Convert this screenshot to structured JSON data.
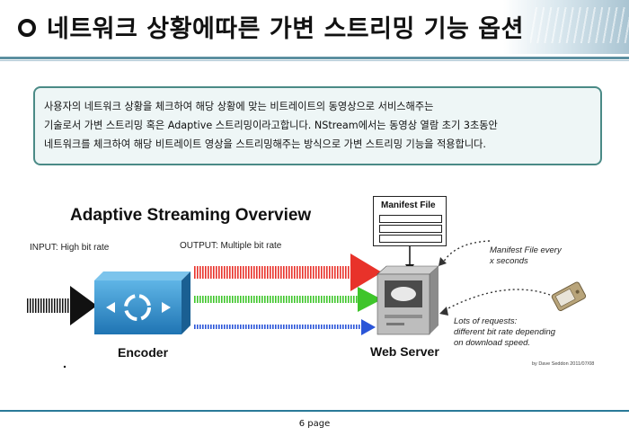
{
  "slide": {
    "title": "네트워크 상황에따른 가변 스트리밍 기능 옵션",
    "description": [
      "사용자의 네트워크 상황을 체크하여 해당 상황에 맞는 비트레이트의 동영상으로 서비스해주는",
      "기술로서 가변 스트리밍 혹은 Adaptive 스트리밍이라고합니다.  NStream에서는  동영상 열람 초기 3초동안",
      "네트워크를 체크하여 해당 비트레이트 영상을 스트리밍해주는 방식으로 가변 스트리밍 기능을 적용합니다."
    ],
    "page_label": "6 page"
  },
  "diagram": {
    "title": "Adaptive Streaming Overview",
    "input_label": "INPUT: High bit rate",
    "output_label": "OUTPUT: Multiple bit rate",
    "manifest_label": "Manifest File",
    "manifest_note": "Manifest File every\nx seconds",
    "encoder_label": "Encoder",
    "server_label": "Web Server",
    "requests_note": "Lots of requests:\ndifferent bit rate depending\non download speed.",
    "credit": "by Dave Seddon 2011/07/08",
    "colors": {
      "input": "#111111",
      "stream_high": "#e8322a",
      "stream_mid": "#3ec52a",
      "stream_low": "#2a55d8",
      "encoder": "#2f8fcf",
      "accent_rule": "#2a7a98"
    }
  }
}
